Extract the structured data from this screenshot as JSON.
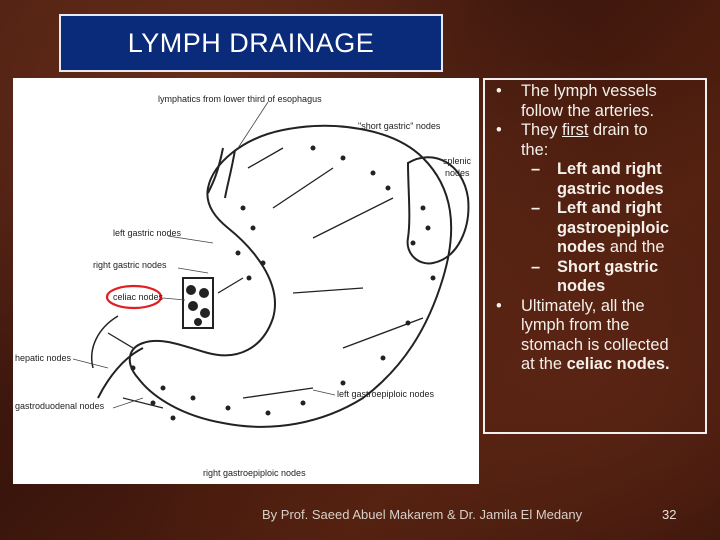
{
  "title": "LYMPH DRAINAGE",
  "diagram": {
    "labels": {
      "esophagus": "lymphatics from lower third of esophagus",
      "short_gastric": "\"short gastric\" nodes",
      "splenic_1": "splenic",
      "splenic_2": "nodes",
      "left_gastric": "left gastric nodes",
      "right_gastric": "right gastric nodes",
      "celiac": "celiac nodes",
      "hepatic": "hepatic nodes",
      "gastroduodenal": "gastroduodenal nodes",
      "left_gastroepiploic": "left gastroepiploic nodes",
      "right_gastroepiploic": "right gastroepiploic nodes"
    },
    "highlight_color": "#e02020"
  },
  "bullets": {
    "b1_l1": "The lymph vessels",
    "b1_l2": "follow the arteries.",
    "b2_pre": "They ",
    "b2_u": "first",
    "b2_post": " drain to",
    "b2_l2": "the:",
    "s1_l1": "Left and right",
    "s1_l2": "gastric nodes",
    "s2_l1": "Left and right",
    "s2_l2": "gastroepiploic",
    "s2_l3": "nodes",
    "s2_l3_post": " and the",
    "s3_l1": "Short gastric",
    "s3_l2": "nodes",
    "b3_l1": "Ultimately, all the",
    "b3_l2": "lymph from the",
    "b3_l3": "stomach is collected",
    "b3_l4_pre": "at the ",
    "b3_l4_b": "celiac nodes."
  },
  "footer": {
    "credit": "By  Prof. Saeed Abuel Makarem & Dr. Jamila El Medany",
    "page": "32"
  },
  "symbols": {
    "bullet": "•",
    "dash": "–"
  }
}
